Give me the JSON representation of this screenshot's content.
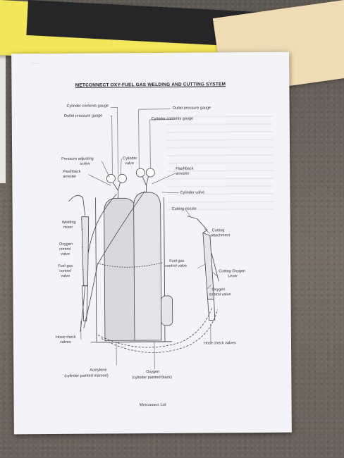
{
  "document": {
    "tag": "...........",
    "title": "METCONNECT OXY-FUEL GAS WELDING AND CUTTING SYSTEM",
    "footer": "Metconnect Ltd"
  },
  "labels": {
    "cylinder_contents_gauge_left": "Cylinder contents gauge",
    "outlet_pressure_gauge_left": "Outlet pressure gauge",
    "outlet_pressure_gauge_right": "Outlet pressure gauge",
    "cylinder_contents_gauge_right": "Cylinder contents gauge",
    "pressure_adjusting_screw_1": "Pressure adjusting",
    "pressure_adjusting_screw_2": "screw",
    "cylinder_valve_top_1": "Cylinder",
    "cylinder_valve_top_2": "valve",
    "flashback_arrester_left_1": "Flashback",
    "flashback_arrester_left_2": "arrester",
    "flashback_arrester_right_1": "Flashback",
    "flashback_arrester_right_2": "arrester",
    "cylinder_valve_right": "Cylinder valve",
    "cutting_nozzle": "Cutting nozzle",
    "welding_mixer_1": "Welding",
    "welding_mixer_2": "mixer",
    "cutting_attachment_1": "Cutting",
    "cutting_attachment_2": "attachment",
    "oxygen_control_valve_left_1": "Oxygen",
    "oxygen_control_valve_left_2": "control",
    "oxygen_control_valve_left_3": "valve",
    "fuel_gas_control_valve_left_1": "Fuel gas",
    "fuel_gas_control_valve_left_2": "control",
    "fuel_gas_control_valve_left_3": "valve",
    "fuel_gas_control_valve_right_1": "Fuel gas",
    "fuel_gas_control_valve_right_2": "control valve",
    "cutting_oxygen_lever_1": "Cutting Oxygen",
    "cutting_oxygen_lever_2": "Lever",
    "oxygen_control_valve_right_1": "Oxygen",
    "oxygen_control_valve_right_2": "control valve",
    "hose_check_valves_left_1": "Hose check",
    "hose_check_valves_left_2": "valves",
    "hose_check_valves_right": "Hose check valves",
    "acetylene_1": "Acetylene",
    "acetylene_2": "(cylinder painted maroon)",
    "oxygen_1": "Oxygen",
    "oxygen_2": "(cylinder painted black)"
  }
}
